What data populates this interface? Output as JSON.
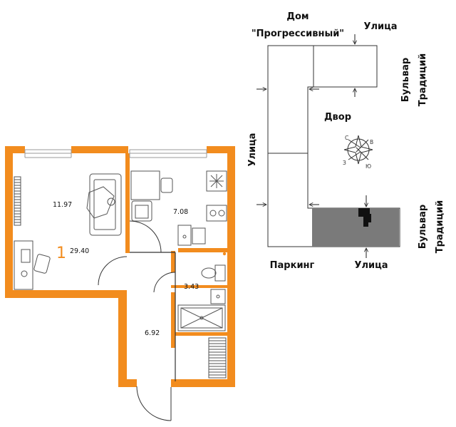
{
  "colors": {
    "wall": "#f28c1e",
    "building": "#7a7a7a",
    "line": "#333333"
  },
  "plan": {
    "rooms_count": "1",
    "total_area": "29.40",
    "areas": {
      "living": "11.97",
      "kitchen": "7.08",
      "bathroom": "3.43",
      "hall": "6.92"
    }
  },
  "site": {
    "building_name_line1": "Дом",
    "building_name_line2": "\"Прогрессивный\"",
    "street_top": "Улица",
    "street_left": "Улица",
    "street_bottom": "Улица",
    "boulevard_top_line1": "Бульвар",
    "boulevard_top_line2": "Традиций",
    "boulevard_bottom_line1": "Бульвар",
    "boulevard_bottom_line2": "Традиций",
    "yard": "Двор",
    "parking": "Паркинг",
    "compass": {
      "north": "С",
      "east": "В",
      "south": "Ю",
      "west": "З"
    }
  },
  "icons": [
    "compass-rose-icon",
    "arrow-icon",
    "sofa-icon",
    "armchair-icon",
    "table-icon",
    "stove-icon",
    "sink-icon",
    "toilet-icon",
    "shower-icon",
    "radiator-icon"
  ]
}
